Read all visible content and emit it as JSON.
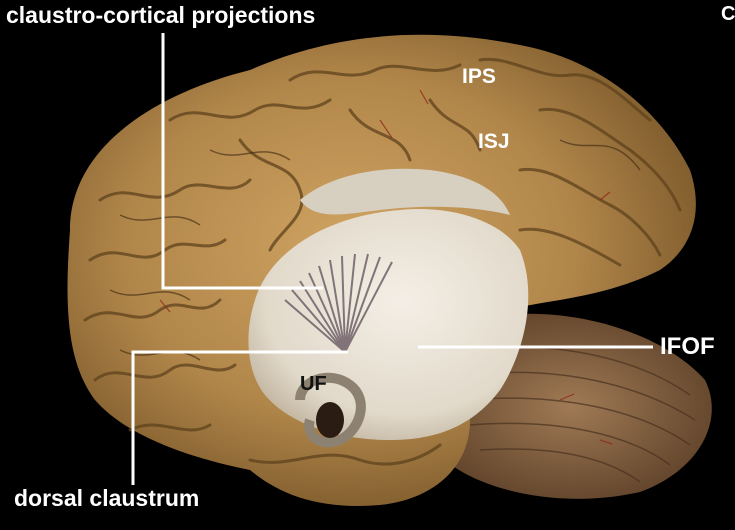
{
  "labels": {
    "claustro_cortical": "claustro-cortical projections",
    "dorsal_claustrum": "dorsal claustrum",
    "ifof": "IFOF",
    "ips": "IPS",
    "isj": "ISJ",
    "uf": "UF",
    "corner": "C"
  },
  "colors": {
    "background": "#000000",
    "cortex": "#b48a4a",
    "white_matter": "#e8e2d6",
    "fibers": "#7d6e74",
    "label_text": "#ffffff",
    "leader_lines": "#ffffff"
  }
}
